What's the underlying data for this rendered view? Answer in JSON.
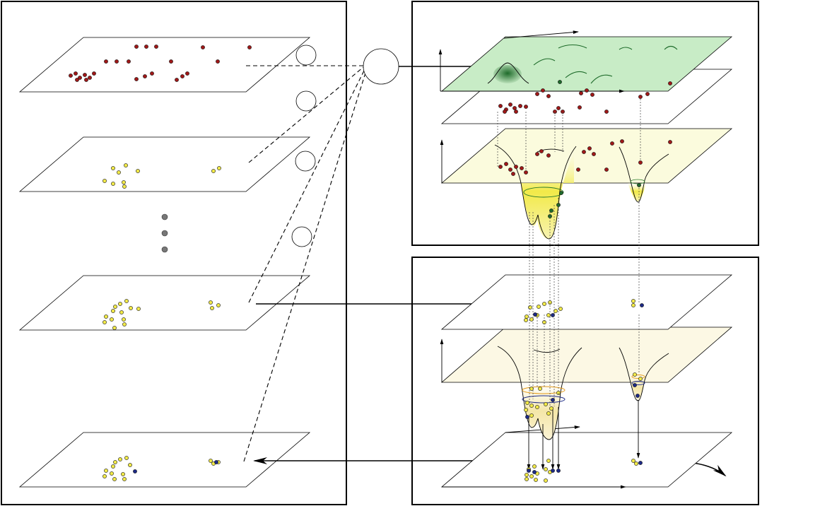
{
  "figure": {
    "description_text": "",
    "colors": {
      "point_red": "#a01818",
      "point_yellow": "#f2ea48",
      "point_blue": "#1d2a86",
      "point_green": "#1e6b2a",
      "point_gray": "#777777",
      "density_green": "#c8ecc6",
      "well_yellow": "#fbfbdd",
      "well_light": "#fcf8e4"
    },
    "left_panel": {
      "layers": [
        {
          "name": "layer-top",
          "points": "red"
        },
        {
          "name": "layer-second",
          "points": "yellow"
        },
        {
          "name": "layer-third",
          "points": "yellow"
        },
        {
          "name": "layer-bottom",
          "points": "yellow+blue"
        }
      ],
      "ellipsis_dots": 3,
      "side_circles": 4
    },
    "right_top_panel": {
      "planes": [
        "density-plane-green",
        "points-plane",
        "energy-well-plane"
      ]
    },
    "right_bottom_panel": {
      "planes": [
        "points-plane-upper",
        "energy-well-plane-lower",
        "points-plane-bottom"
      ]
    },
    "hub_node": "circle-node"
  }
}
